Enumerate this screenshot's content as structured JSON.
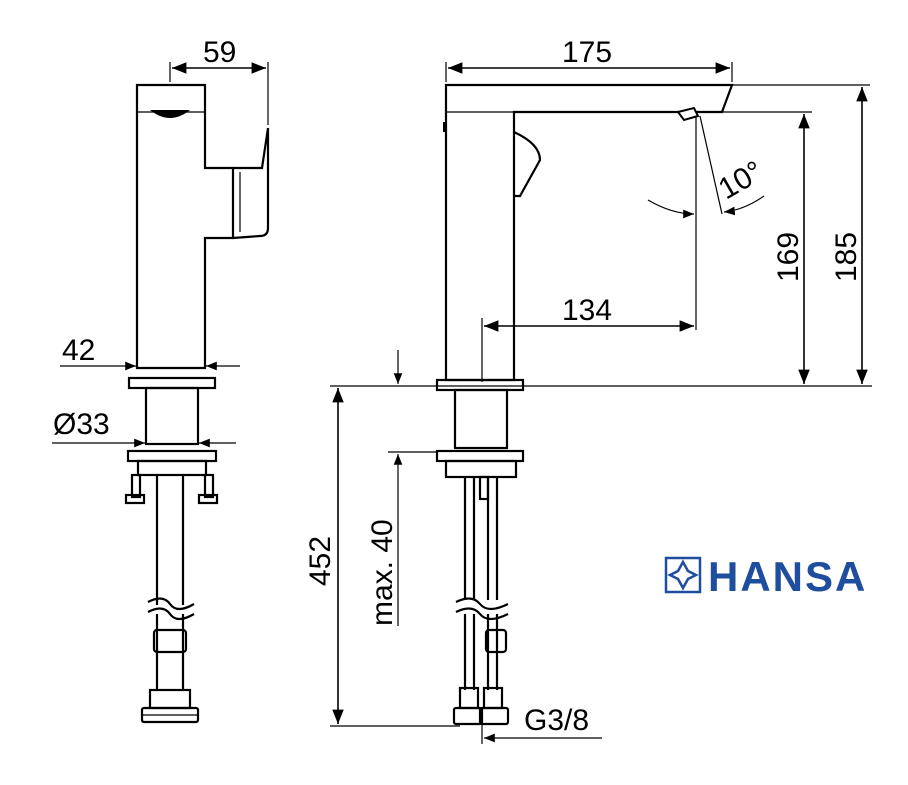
{
  "dimensions": {
    "side_width": "59",
    "side_base": "42",
    "side_diameter": "Ø33",
    "front_length": "175",
    "front_spout_reach": "134",
    "front_angle": "10°",
    "front_spout_height": "169",
    "front_total_height": "185",
    "hose_length": "452",
    "max_thickness": "max. 40",
    "connection": "G3/8"
  },
  "brand": {
    "name": "HANSA",
    "color": "#1f4e9e"
  }
}
